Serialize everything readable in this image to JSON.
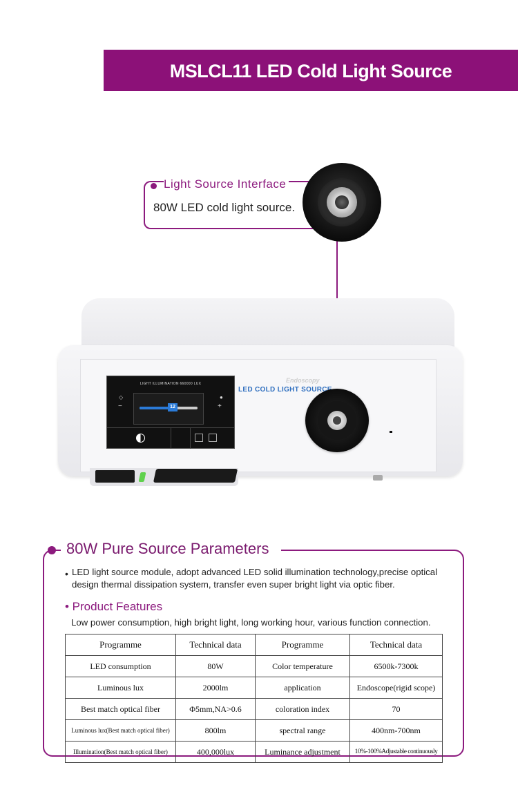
{
  "header": {
    "title": "MSLCL11 LED Cold Light Source"
  },
  "callout": {
    "title": "Light Source Interface",
    "text": "80W LED cold light source."
  },
  "device": {
    "screen_header": "LIGHT ILLUMINATION  660000 LUX",
    "slider_value": "12",
    "slider_level": 0.62,
    "brand_small": "Endoscopy",
    "brand_main": "LED COLD LIGHT SOURCE",
    "minus_symbol": "−",
    "plus_symbol": "+",
    "accent_color": "#2b7bd8",
    "led_color": "#5fd14d"
  },
  "parameters": {
    "title": "80W Pure Source Parameters",
    "bullet": "•",
    "description": "LED light source module, adopt advanced LED solid illumination technology,precise optical design thermal dissipation system, transfer even super bright light via optic fiber.",
    "features_title": "• Product Features",
    "features_text": "Low power consumption, high bright light, long working hour, various function connection.",
    "brand_color": "#8c1a7e"
  },
  "spec_table": {
    "headers": [
      "Programme",
      "Technical data",
      "Programme",
      "Technical data"
    ],
    "rows": [
      [
        "LED consumption",
        "80W",
        "Color temperature",
        "6500k-7300k"
      ],
      [
        "Luminous lux",
        "2000lm",
        "application",
        "Endoscope(rigid scope)"
      ],
      [
        "Best match optical fiber",
        "Φ5mm,NA>0.6",
        "coloration index",
        "70"
      ],
      [
        "Luminous lux(Best match optical fiber)",
        "800lm",
        "spectral range",
        "400nm-700nm"
      ],
      [
        "Illumination(Best match optical fiber)",
        "400,000lux",
        "Luminance adjustment",
        "10%-100%Adjustable continuously"
      ]
    ]
  }
}
